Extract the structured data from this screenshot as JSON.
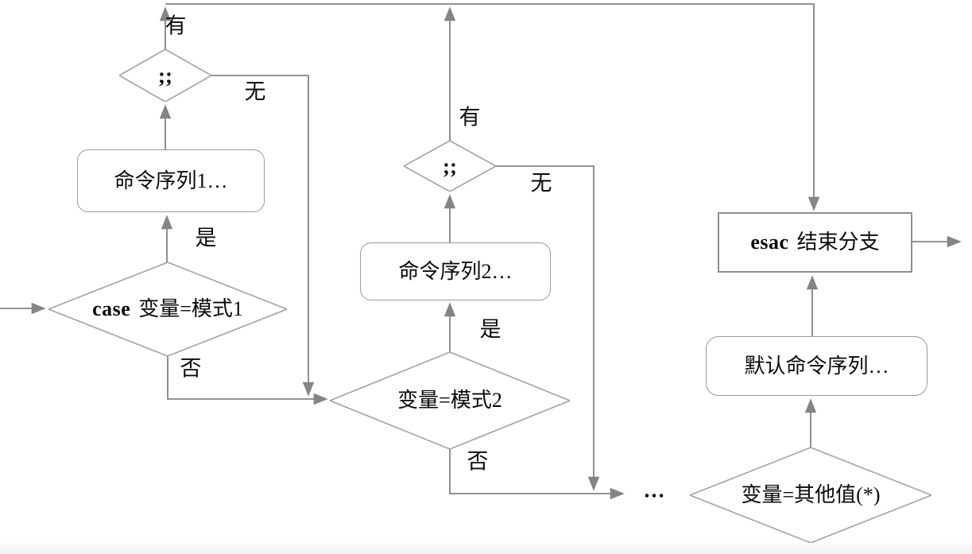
{
  "colors": {
    "line": "#848484",
    "shape_border": "#a2a2a2",
    "rect_border": "#8f8f8f",
    "text": "#0a0a0a",
    "background": "#ffffff"
  },
  "nodes": {
    "semi1": ";;",
    "cmd_seq1": "命令序列1…",
    "case_keyword": "case",
    "case_condition": "变量=模式1",
    "semi2": ";;",
    "cmd_seq2": "命令序列2…",
    "pattern2_condition": "变量=模式2",
    "esac_keyword": "esac",
    "esac_text": "结束分支",
    "default_seq": "默认命令序列…",
    "other_condition": "变量=其他值(*)",
    "ellipsis": "…"
  },
  "edge_labels": {
    "semi1_yes": "有",
    "semi1_no": "无",
    "case_yes": "是",
    "case_no": "否",
    "semi2_yes": "有",
    "semi2_no": "无",
    "pattern2_yes": "是",
    "pattern2_no": "否"
  }
}
